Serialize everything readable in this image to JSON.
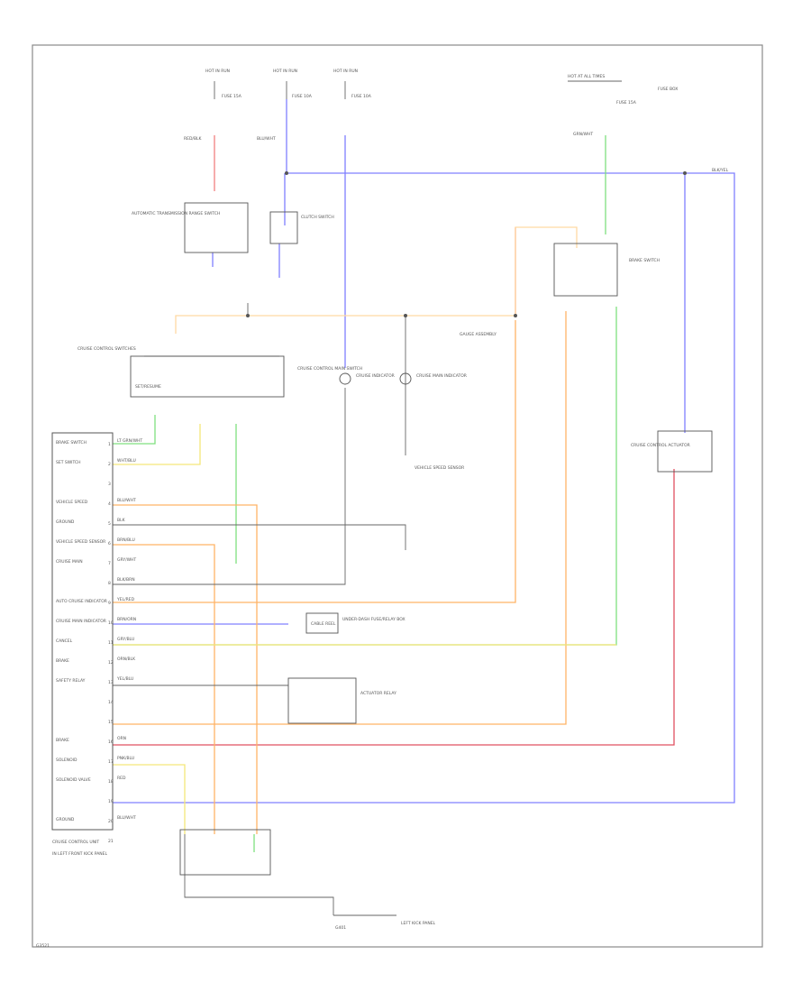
{
  "labels": {
    "fuse_hot_1": "HOT IN RUN",
    "fuse_hot_2": "HOT IN RUN",
    "fuse_hot_3": "HOT IN RUN",
    "fuse_hot_4": "HOT AT ALL TIMES",
    "fuse_a": "FUSE 15A",
    "fuse_b": "FUSE 10A",
    "fuse_c": "FUSE 10A",
    "fuse_d": "FUSE 15A",
    "fuse_box_note": "FUSE BOX",
    "w_red_blk": "RED/BLK",
    "w_blu_wht": "BLU/WHT",
    "w_blk_yel": "BLK/YEL",
    "w_grn_wht": "GRN/WHT",
    "atr_sw": "AUTOMATIC TRANSMISSION RANGE SWITCH",
    "clutch_sw": "CLUTCH SWITCH",
    "brake_sw": "BRAKE SWITCH",
    "cc_main_sw": "CRUISE CONTROL MAIN SWITCH",
    "cc_sw": "CRUISE CONTROL SWITCHES",
    "set_resume": "SET/RESUME",
    "cc_indicator": "CRUISE INDICATOR",
    "cc_main_indicator": "CRUISE MAIN INDICATOR",
    "gauge_note": "GAUGE ASSEMBLY",
    "cable_reel": "CABLE REEL",
    "cc_actuator": "CRUISE CONTROL ACTUATOR",
    "vss_module": "VEHICLE SPEED SENSOR",
    "dash_fuse": "UNDER-DASH FUSE/RELAY BOX",
    "actuator_relay": "ACTUATOR RELAY",
    "unit_name": "CRUISE CONTROL UNIT",
    "unit_sub": "IN LEFT FRONT KICK PANEL",
    "ground_note": "G401",
    "ground_desc": "LEFT KICK PANEL",
    "page_code": "G3521"
  },
  "pins": [
    {
      "num": "1",
      "name": "BRAKE SWITCH",
      "wire": "LT GRN/WHT"
    },
    {
      "num": "2",
      "name": "SET SWITCH",
      "wire": "WHT/BLU"
    },
    {
      "num": "3",
      "name": "",
      "wire": ""
    },
    {
      "num": "4",
      "name": "VEHICLE SPEED",
      "wire": "BLU/WHT"
    },
    {
      "num": "5",
      "name": "GROUND",
      "wire": "BLK"
    },
    {
      "num": "6",
      "name": "VEHICLE SPEED SENSOR",
      "wire": "BRN/BLU"
    },
    {
      "num": "7",
      "name": "CRUISE MAIN",
      "wire": "GRY/WHT"
    },
    {
      "num": "8",
      "name": "",
      "wire": "BLK/BRN"
    },
    {
      "num": "9",
      "name": "AUTO CRUISE INDICATOR",
      "wire": "YEL/RED"
    },
    {
      "num": "10",
      "name": "CRUISE MAIN INDICATOR",
      "wire": "BRN/ORN"
    },
    {
      "num": "11",
      "name": "CANCEL",
      "wire": "GRY/BLU"
    },
    {
      "num": "12",
      "name": "BRAKE",
      "wire": "ORN/BLK"
    },
    {
      "num": "13",
      "name": "SAFETY RELAY",
      "wire": "YEL/BLU"
    },
    {
      "num": "14",
      "name": "",
      "wire": ""
    },
    {
      "num": "15",
      "name": "",
      "wire": ""
    },
    {
      "num": "16",
      "name": "BRAKE",
      "wire": "ORN"
    },
    {
      "num": "17",
      "name": "SOLENOID",
      "wire": "PNK/BLU"
    },
    {
      "num": "18",
      "name": "SOLENOID VALVE",
      "wire": "RED"
    },
    {
      "num": "19",
      "name": "",
      "wire": ""
    },
    {
      "num": "20",
      "name": "GROUND",
      "wire": "BLU/WHT"
    },
    {
      "num": "21",
      "name": "",
      "wire": ""
    }
  ],
  "colors": {
    "red": "#f08080",
    "blue": "#8080ff",
    "green": "#7fe07f",
    "orange": "#ffb366",
    "yellow": "#f5e67a",
    "pink": "#e05060",
    "tan": "#ffd9a3"
  }
}
